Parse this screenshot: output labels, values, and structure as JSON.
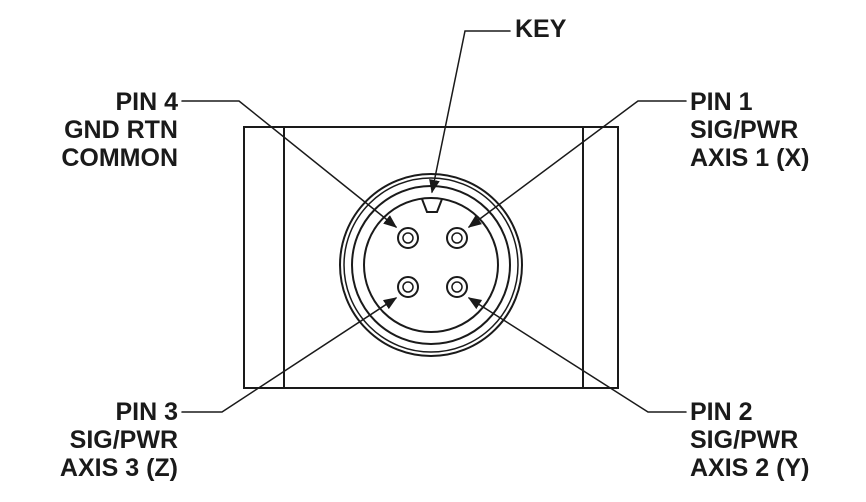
{
  "diagram": {
    "key_label": "KEY",
    "pins": [
      {
        "id": "pin4",
        "lines": [
          "PIN 4",
          "GND RTN",
          "COMMON"
        ]
      },
      {
        "id": "pin1",
        "lines": [
          "PIN 1",
          "SIG/PWR",
          "AXIS 1 (X)"
        ]
      },
      {
        "id": "pin3",
        "lines": [
          "PIN 3",
          "SIG/PWR",
          "AXIS 3 (Z)"
        ]
      },
      {
        "id": "pin2",
        "lines": [
          "PIN 2",
          "SIG/PWR",
          "AXIS 2 (Y)"
        ]
      }
    ],
    "colors": {
      "ink": "#1a1a1a",
      "background": "#ffffff"
    }
  }
}
